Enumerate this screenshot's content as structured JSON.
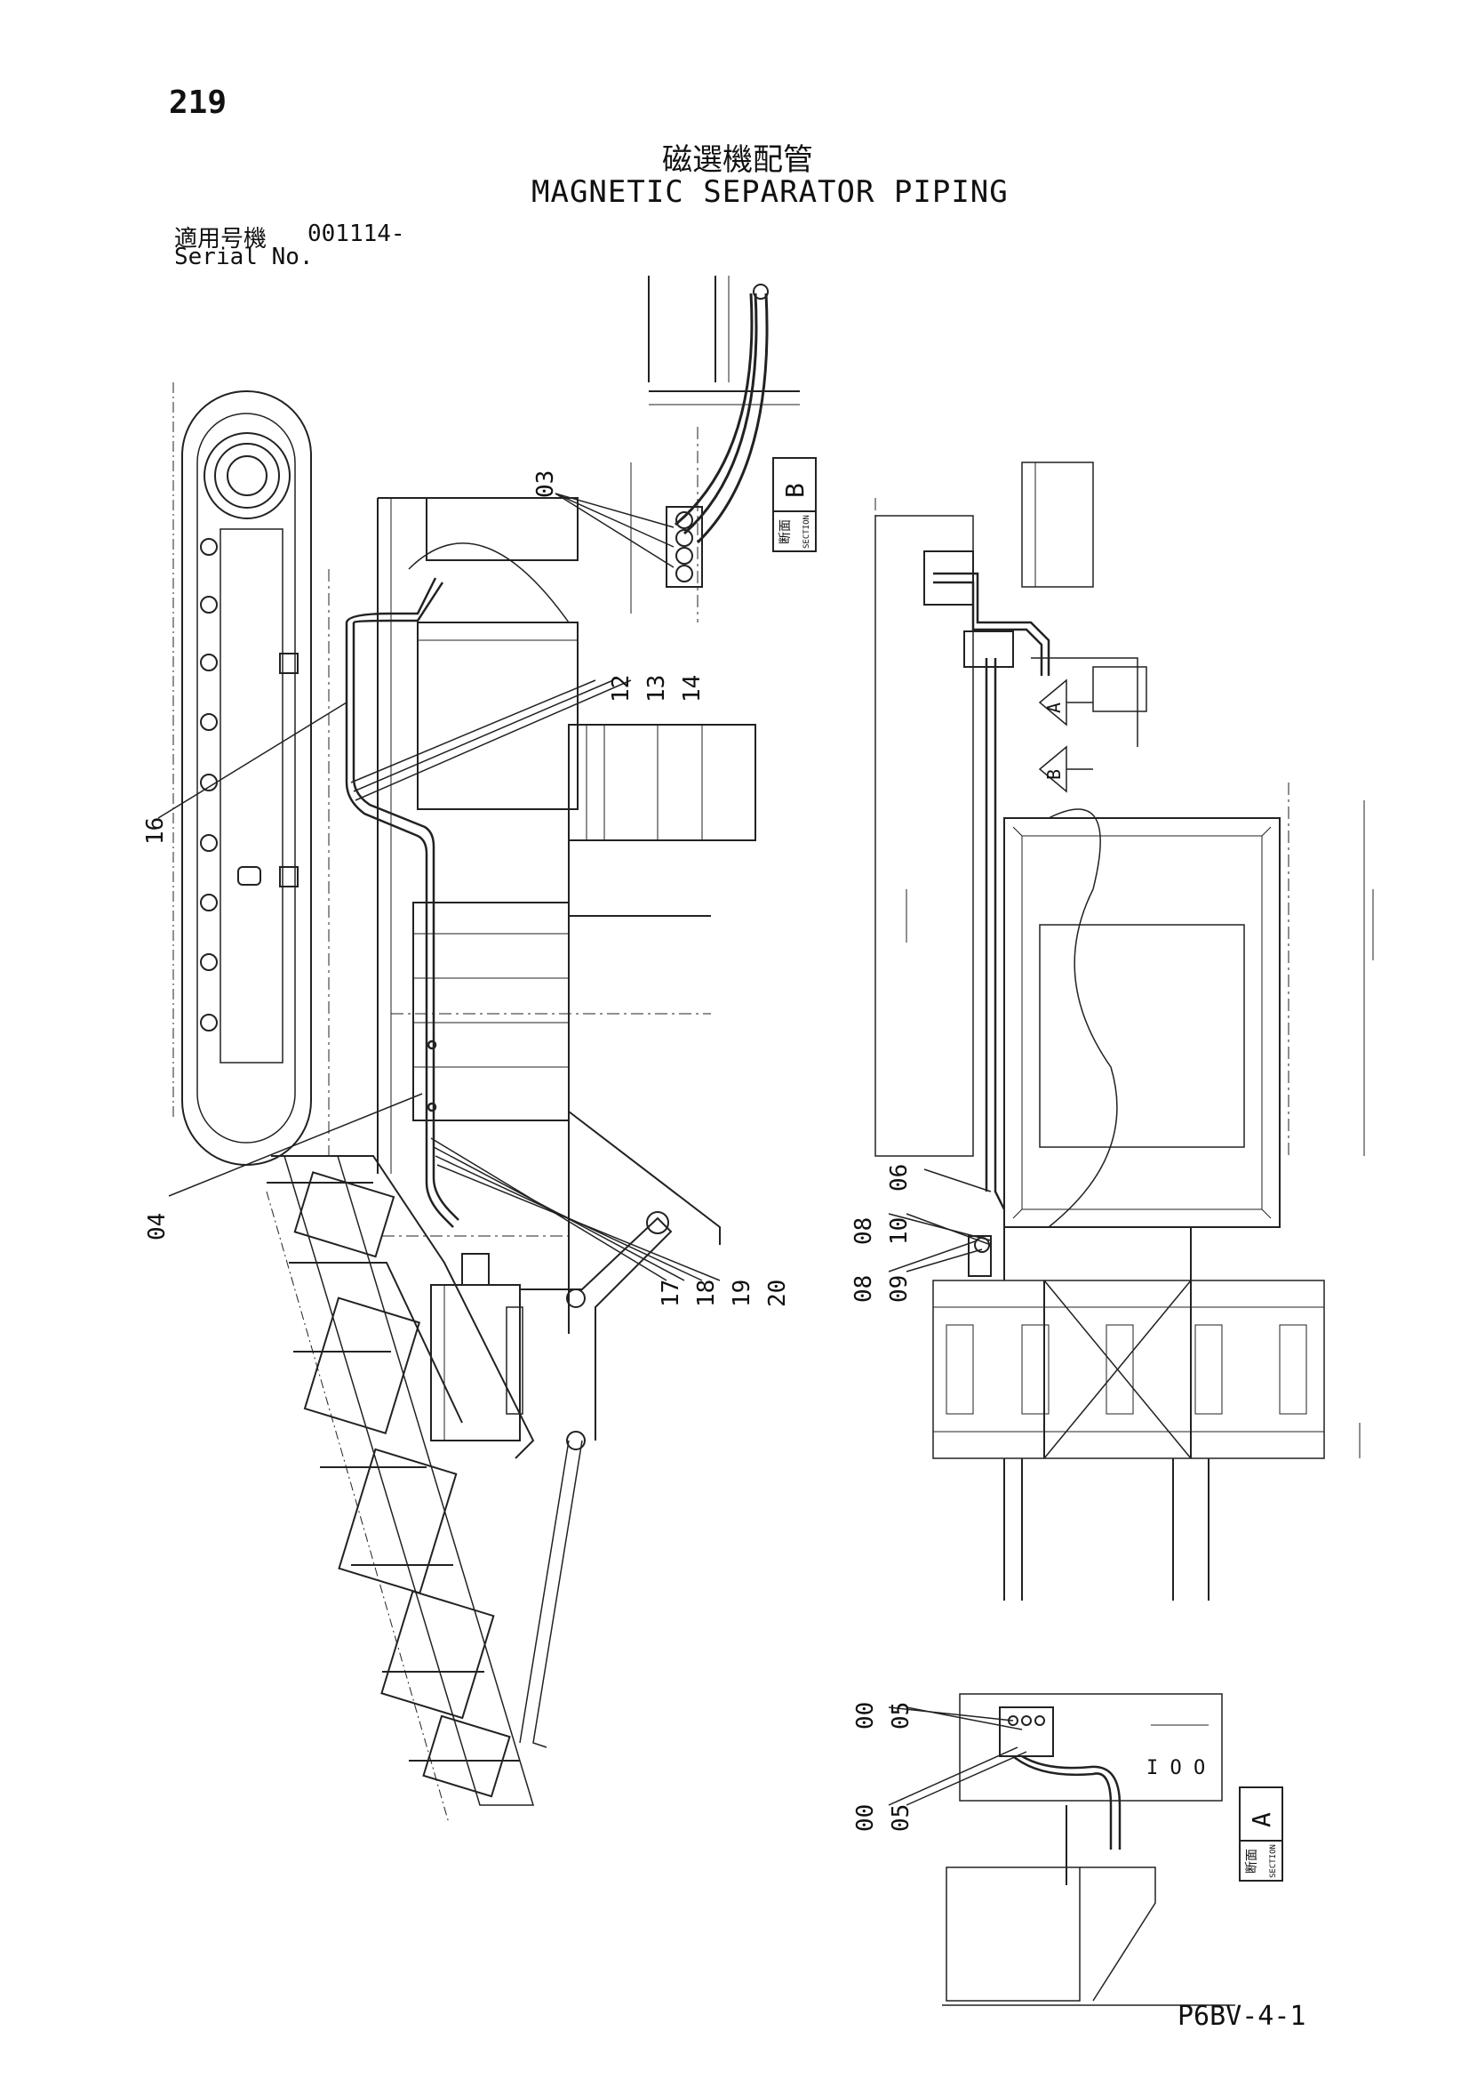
{
  "header": {
    "page_number": "219",
    "title_jp": "磁選機配管",
    "title_en": "MAGNETIC SEPARATOR PIPING",
    "serial_label_jp": "適用号機",
    "serial_number": "001114-",
    "serial_label_en": "Serial No."
  },
  "callouts": {
    "c03": "03",
    "c04": "04",
    "c06": "06",
    "c12": "12",
    "c13": "13",
    "c14": "14",
    "c16": "16",
    "c17": "17",
    "c18": "18",
    "c19": "19",
    "c20": "20",
    "c08a": "08",
    "c10": "10",
    "c08b": "08",
    "c09": "09",
    "c00a": "00",
    "c05a": "05",
    "c00b": "00",
    "c05b": "05"
  },
  "section_labels": {
    "a_jp": "断面",
    "a_en": "SECTION",
    "a_letter": "A",
    "b_jp": "断面",
    "b_en": "SECTION",
    "b_letter": "B",
    "arrow_a": "A",
    "arrow_b": "B"
  },
  "footer": {
    "drawing_code": "P6BV-4-1"
  }
}
